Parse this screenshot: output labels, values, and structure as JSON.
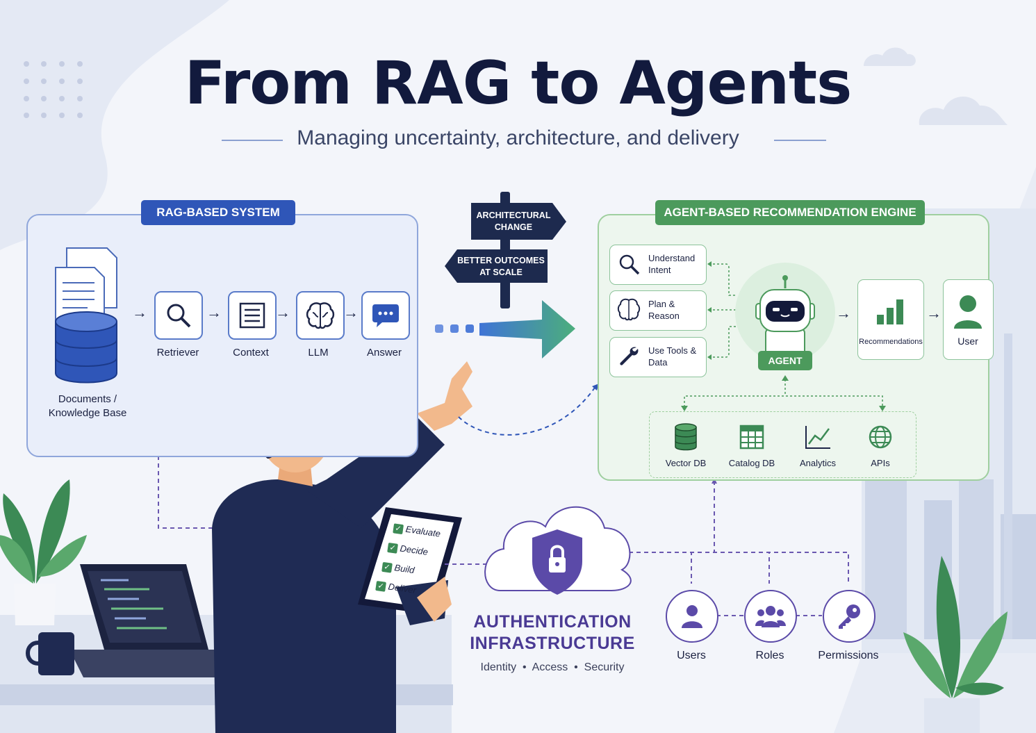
{
  "title": "From RAG to Agents",
  "subtitle": "Managing uncertainty, architecture, and delivery",
  "rag": {
    "header": "RAG-BASED SYSTEM",
    "documents_label_line1": "Documents /",
    "documents_label_line2": "Knowledge Base",
    "nodes": [
      "Retriever",
      "Context",
      "LLM",
      "Answer"
    ]
  },
  "signpost": {
    "top": [
      "ARCHITECTURAL",
      "CHANGE"
    ],
    "bottom": [
      "BETTER OUTCOMES",
      "AT SCALE"
    ]
  },
  "agent": {
    "header": "AGENT-BASED RECOMMENDATION ENGINE",
    "steps": [
      {
        "line1": "Understand",
        "line2": "Intent",
        "icon": "search-icon"
      },
      {
        "line1": "Plan &",
        "line2": "Reason",
        "icon": "brain-icon"
      },
      {
        "line1": "Use Tools &",
        "line2": "Data",
        "icon": "wrench-icon"
      }
    ],
    "badge": "AGENT",
    "recommendations": "Recommendations",
    "user": "User",
    "data_sources": [
      "Vector DB",
      "Catalog DB",
      "Analytics",
      "APIs"
    ]
  },
  "tablet": {
    "checklist": [
      "Evaluate",
      "Decide",
      "Build",
      "Deliver"
    ]
  },
  "auth": {
    "title_line1": "AUTHENTICATION",
    "title_line2": "INFRASTRUCTURE",
    "tags": [
      "Identity",
      "Access",
      "Security"
    ],
    "nodes": [
      "Users",
      "Roles",
      "Permissions"
    ]
  },
  "colors": {
    "rag_blue": "#2f56b8",
    "agent_green": "#4c9a5c",
    "auth_purple": "#5b4aa8",
    "navy": "#121a3d"
  }
}
